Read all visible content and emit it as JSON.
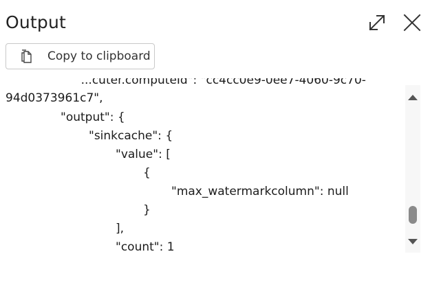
{
  "header": {
    "title": "Output"
  },
  "toolbar": {
    "copy_label": "Copy to clipboard"
  },
  "code_lines": [
    "    ...cuter.computeId\": \"cc4cc0e9-0ee7-4060-9c70-",
    "94d0373961c7\",",
    "\"output\": {",
    "\"sinkcache\": {",
    "\"value\": [",
    "{",
    "\"max_watermarkcolumn\": null",
    "}",
    "],",
    "\"count\": 1"
  ],
  "icons": {
    "expand": "expand-diagonal-icon",
    "close": "close-icon",
    "copy": "copy-icon",
    "scroll_up": "triangle-up-icon",
    "scroll_down": "triangle-down-icon"
  },
  "colors": {
    "text": "#1b1b1b",
    "border": "#c8c8c8",
    "scroll_thumb": "#8a8a8a"
  }
}
